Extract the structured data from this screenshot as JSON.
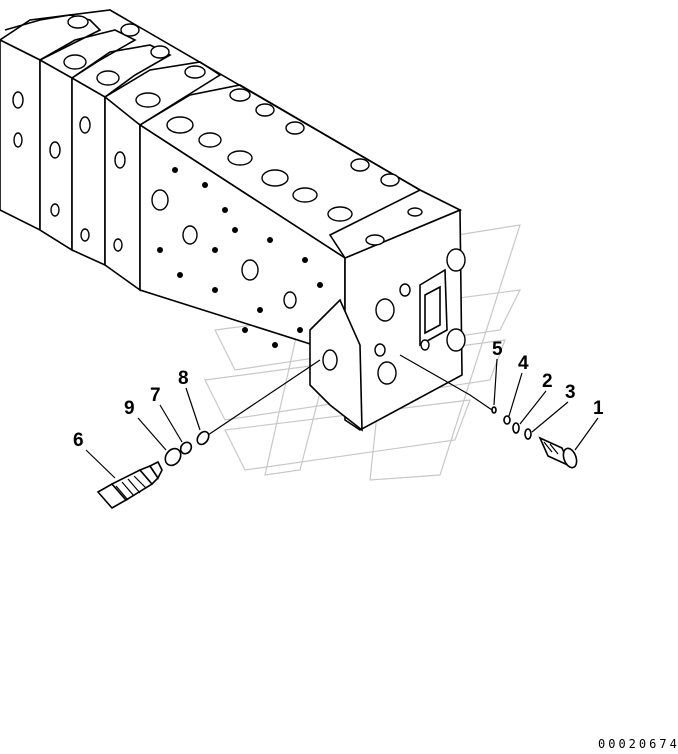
{
  "callouts": [
    {
      "id": "1",
      "label": "1"
    },
    {
      "id": "2",
      "label": "2"
    },
    {
      "id": "3",
      "label": "3"
    },
    {
      "id": "4",
      "label": "4"
    },
    {
      "id": "5",
      "label": "5"
    },
    {
      "id": "6",
      "label": "6"
    },
    {
      "id": "7",
      "label": "7"
    },
    {
      "id": "8",
      "label": "8"
    },
    {
      "id": "9",
      "label": "9"
    }
  ],
  "drawing_code": "00020674",
  "colors": {
    "ink": "#000000",
    "background": "#ffffff",
    "watermark": "#c8c8c8"
  }
}
